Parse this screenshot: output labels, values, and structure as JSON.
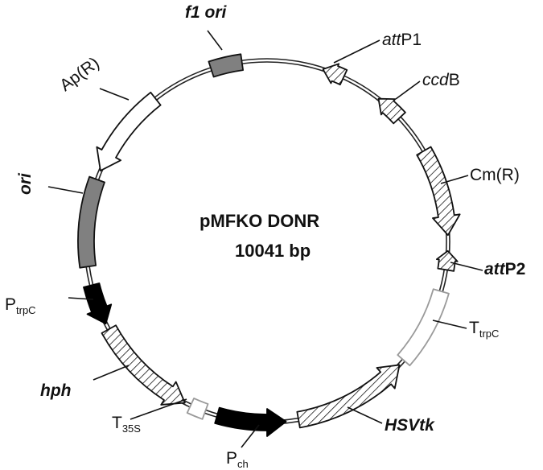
{
  "plasmid": {
    "name": "pMFKO DONR",
    "size": "10041 bp"
  },
  "features": [
    {
      "id": "f1-ori",
      "parts": [
        {
          "t": "f1 ori",
          "style": "bi"
        }
      ]
    },
    {
      "id": "attp1",
      "parts": [
        {
          "t": "att",
          "style": "i"
        },
        {
          "t": "P1",
          "style": "n"
        }
      ]
    },
    {
      "id": "ccdb",
      "parts": [
        {
          "t": "ccd",
          "style": "i"
        },
        {
          "t": "B",
          "style": "n"
        }
      ]
    },
    {
      "id": "cmr",
      "parts": [
        {
          "t": "Cm(R)",
          "style": "n"
        }
      ]
    },
    {
      "id": "attp2",
      "parts": [
        {
          "t": "att",
          "style": "bi"
        },
        {
          "t": "P2",
          "style": "b"
        }
      ]
    },
    {
      "id": "ttrpc-right",
      "parts": [
        {
          "t": "T",
          "style": "n"
        },
        {
          "t": "trpC",
          "style": "sub"
        }
      ]
    },
    {
      "id": "hsvtk",
      "parts": [
        {
          "t": "HSVtk",
          "style": "bi"
        }
      ]
    },
    {
      "id": "pch",
      "parts": [
        {
          "t": "P",
          "style": "n"
        },
        {
          "t": "ch",
          "style": "sub"
        }
      ]
    },
    {
      "id": "t35s",
      "parts": [
        {
          "t": "T",
          "style": "n"
        },
        {
          "t": "35S",
          "style": "sub"
        }
      ]
    },
    {
      "id": "hph",
      "parts": [
        {
          "t": "hph",
          "style": "bi"
        }
      ]
    },
    {
      "id": "ptrpc-left",
      "parts": [
        {
          "t": "P",
          "style": "n"
        },
        {
          "t": "trpC",
          "style": "sub"
        }
      ]
    },
    {
      "id": "ori",
      "parts": [
        {
          "t": "ori",
          "style": "bi"
        }
      ]
    },
    {
      "id": "apr",
      "parts": [
        {
          "t": "Ap(R)",
          "style": "n"
        }
      ]
    }
  ],
  "colors": {
    "backbone": "#222222",
    "ori_fill": "#808080",
    "promoter_fill": "#000000",
    "terminator_stroke": "#9a9a9a",
    "arrow_stroke": "#111111"
  }
}
